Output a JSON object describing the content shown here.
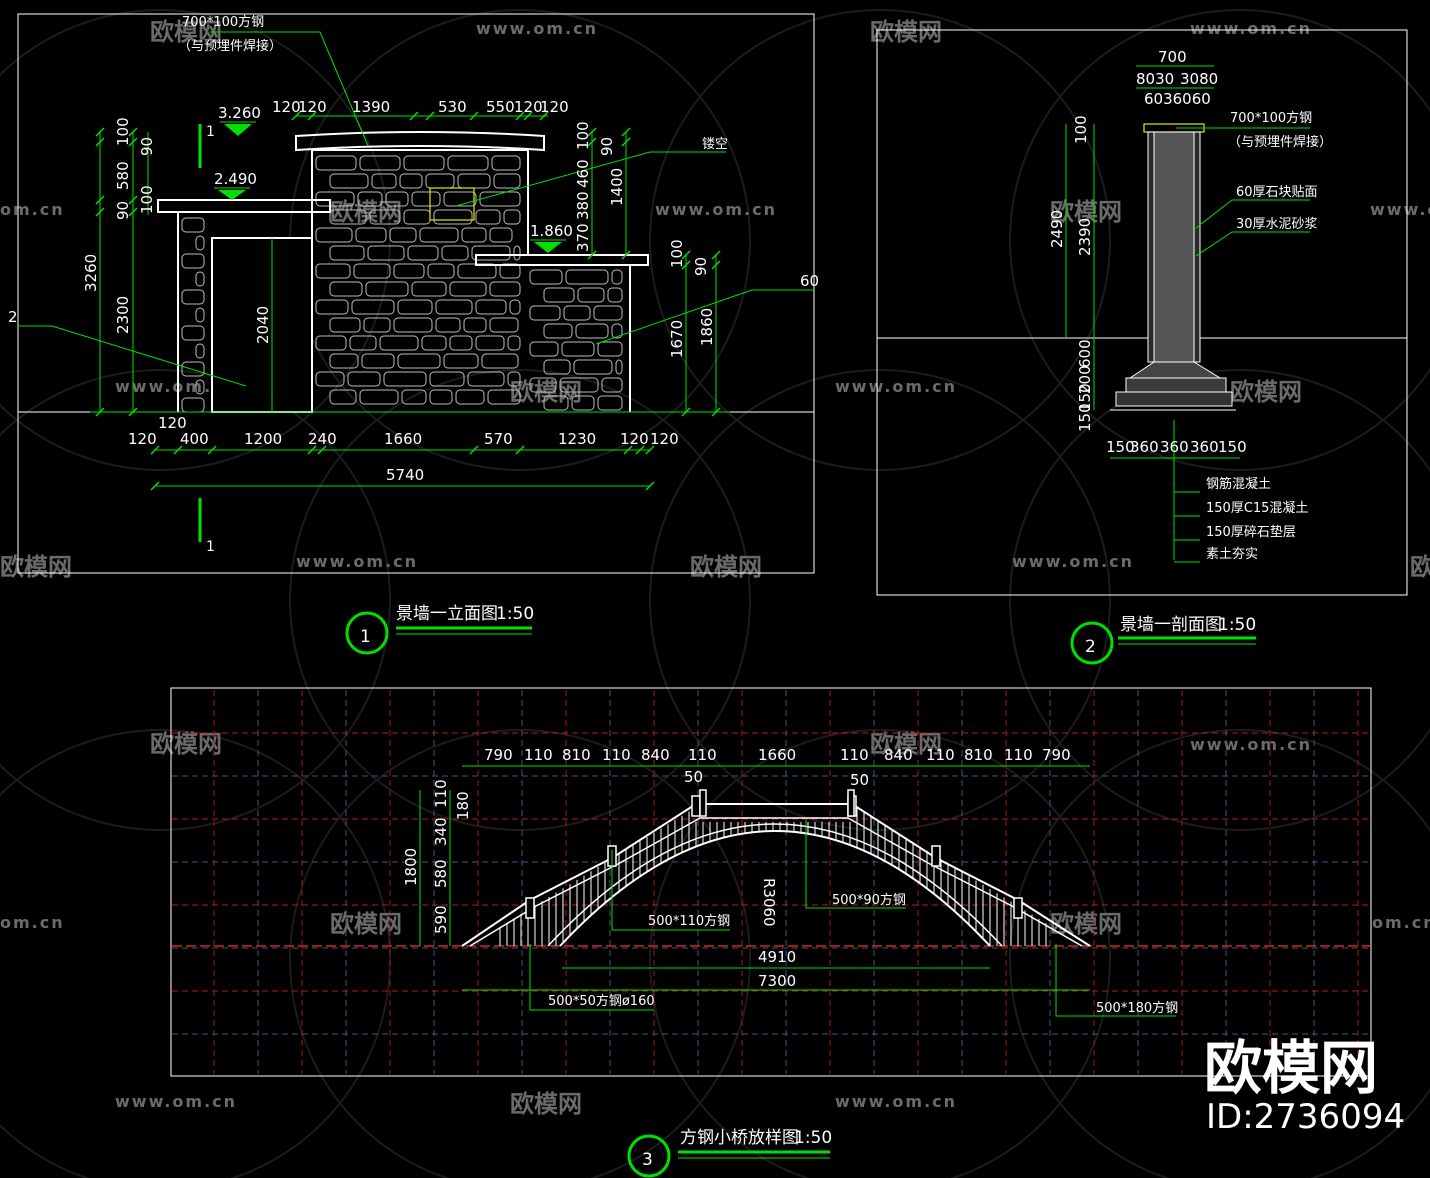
{
  "watermark": {
    "brand": "欧模网",
    "url": "www.om.cn",
    "url_short": "om.cn",
    "id_label": "ID:2736094"
  },
  "drawing1": {
    "number": "1",
    "title": "景墙一立面图",
    "scale": "1:50",
    "section_mark": "1",
    "levels": [
      "3.260",
      "2.490",
      "1.860"
    ],
    "notes": {
      "steel": "700*100方钢",
      "steel_sub": "（与预埋件焊接）",
      "hollow": "镂空",
      "right_cut": "60",
      "left_cut": "2"
    },
    "top_dims": [
      "120",
      "120",
      "1390",
      "530",
      "550",
      "120",
      "120"
    ],
    "bottom_dims": [
      "120",
      "400",
      "1200",
      "240",
      "1660",
      "570",
      "1230",
      "120",
      "120"
    ],
    "bottom_extra": "120",
    "total": "5740",
    "left_dims": [
      "100",
      "90",
      "580",
      "100",
      "90",
      "3260",
      "2300"
    ],
    "inner_dim": "2040",
    "right_dims": [
      "100",
      "90",
      "460",
      "380",
      "370",
      "1400"
    ],
    "right2_dims": [
      "100",
      "90",
      "1670",
      "1860"
    ]
  },
  "drawing2": {
    "number": "2",
    "title": "景墙一剖面图",
    "scale": "1:50",
    "top_total": "700",
    "top_dims_a": "8030",
    "top_dims_b": "3080",
    "top_dims_c": "6036060",
    "left_dims": [
      "100",
      "2490",
      "2390",
      "600",
      "200",
      "150",
      "150"
    ],
    "bottom_dims": [
      "150",
      "360",
      "360",
      "360",
      "150"
    ],
    "notes": [
      "700*100方钢",
      "（与预埋件焊接）",
      "60厚石块贴面",
      "30厚水泥砂浆"
    ],
    "foundation_notes": [
      "钢筋混凝土",
      "150厚C15混凝土",
      "150厚碎石垫层",
      "素土夯实"
    ]
  },
  "drawing3": {
    "number": "3",
    "title": "方钢小桥放样图",
    "scale": "1:50",
    "top_dims": [
      "790",
      "110",
      "810",
      "110",
      "840",
      "110",
      "1660",
      "110",
      "840",
      "110",
      "810",
      "110",
      "790"
    ],
    "sub_dims": [
      "50",
      "50"
    ],
    "left_dims": [
      "1800",
      "110",
      "180",
      "340",
      "580",
      "590"
    ],
    "radius": "R3060",
    "span_inner": "4910",
    "span_total": "7300",
    "notes": [
      "500*110方钢",
      "500*90方钢",
      "500*50方钢ø160",
      "500*180方钢"
    ]
  }
}
